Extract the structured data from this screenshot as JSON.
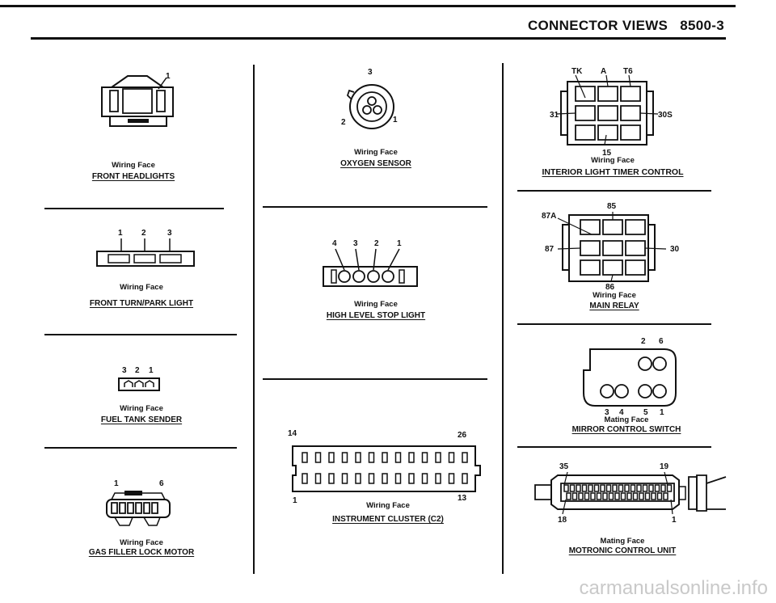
{
  "header": {
    "title": "CONNECTOR VIEWS   8500-3"
  },
  "watermark": "carmanualsonline.info",
  "connectors": [
    {
      "id": "front-headlights",
      "face": "Wiring Face",
      "name": "FRONT HEADLIGHTS",
      "pins": [
        "1"
      ]
    },
    {
      "id": "front-turn-park-light",
      "face": "Wiring Face",
      "name": "FRONT TURN/PARK LIGHT",
      "pins": [
        "1",
        "2",
        "3"
      ]
    },
    {
      "id": "fuel-tank-sender",
      "face": "Wiring Face",
      "name": "FUEL TANK SENDER",
      "pins": [
        "3",
        "2",
        "1"
      ]
    },
    {
      "id": "gas-filler-lock-motor",
      "face": "Wiring Face",
      "name": "GAS FILLER LOCK MOTOR",
      "pins": [
        "1",
        "6"
      ]
    },
    {
      "id": "oxygen-sensor",
      "face": "Wiring Face",
      "name": "OXYGEN SENSOR",
      "pins": [
        "3",
        "2",
        "1"
      ]
    },
    {
      "id": "high-level-stop-light",
      "face": "Wiring Face",
      "name": "HIGH LEVEL STOP LIGHT",
      "pins": [
        "4",
        "3",
        "2",
        "1"
      ]
    },
    {
      "id": "instrument-cluster",
      "face": "Wiring Face",
      "name": "INSTRUMENT CLUSTER (C2)",
      "pins": [
        "14",
        "26",
        "1",
        "13"
      ]
    },
    {
      "id": "interior-light-timer",
      "face": "Wiring Face",
      "name": "INTERIOR LIGHT TIMER CONTROL",
      "pins": [
        "TK",
        "A",
        "T6",
        "31",
        "30S",
        "15"
      ]
    },
    {
      "id": "main-relay",
      "face": "Wiring Face",
      "name": "MAIN RELAY",
      "pins": [
        "85",
        "87A",
        "87",
        "30",
        "86"
      ]
    },
    {
      "id": "mirror-control-switch",
      "face": "Mating Face",
      "name": "MIRROR CONTROL SWITCH",
      "pins": [
        "2",
        "6",
        "3",
        "4",
        "5",
        "1"
      ]
    },
    {
      "id": "motronic-control-unit",
      "face": "Mating Face",
      "name": "MOTRONIC CONTROL UNIT",
      "pins": [
        "35",
        "19",
        "18",
        "1"
      ]
    }
  ]
}
